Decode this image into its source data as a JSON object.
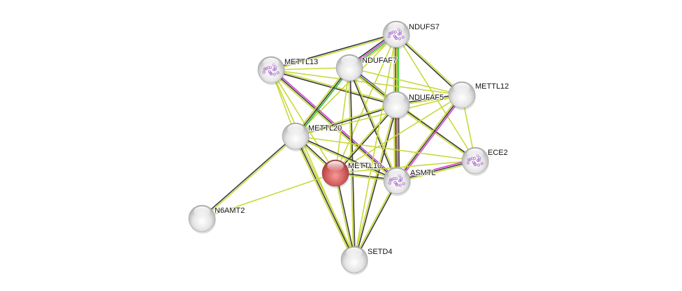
{
  "network": {
    "edge_colors": {
      "textmining": "#c8d93a",
      "coexpression": "#3a3a3a",
      "experiments": "#d43fd4",
      "database": "#2fc02f",
      "neighborhood": "#2b2bdd"
    },
    "nodes": [
      {
        "id": "NDUFS7",
        "label": "NDUFS7",
        "color": "#dcdcdc",
        "structure": true
      },
      {
        "id": "METTL13",
        "label": "METTL13",
        "color": "#dcdcdc",
        "structure": true
      },
      {
        "id": "NDUFAF7",
        "label": "NDUFAF7",
        "color": "#dcdcdc",
        "structure": false
      },
      {
        "id": "NDUFAF5",
        "label": "NDUFAF5",
        "color": "#dcdcdc",
        "structure": false
      },
      {
        "id": "METTL12",
        "label": "METTL12",
        "color": "#dcdcdc",
        "structure": false
      },
      {
        "id": "METTL20",
        "label": "METTL20",
        "color": "#dcdcdc",
        "structure": false
      },
      {
        "id": "ECE2",
        "label": "ECE2",
        "color": "#dcdcdc",
        "structure": true
      },
      {
        "id": "METTL10",
        "label": "METTL10",
        "color": "#e06a6a",
        "structure": false,
        "query": true
      },
      {
        "id": "ASMTL",
        "label": "ASMTL",
        "color": "#dcdcdc",
        "structure": true
      },
      {
        "id": "N6AMT2",
        "label": "N6AMT2",
        "color": "#dcdcdc",
        "structure": false
      },
      {
        "id": "SETD4",
        "label": "SETD4",
        "color": "#dcdcdc",
        "structure": false
      }
    ],
    "edges": [
      {
        "a": "NDUFS7",
        "b": "METTL13",
        "types": [
          "textmining",
          "coexpression"
        ]
      },
      {
        "a": "NDUFS7",
        "b": "NDUFAF7",
        "types": [
          "textmining",
          "database",
          "experiments",
          "coexpression"
        ]
      },
      {
        "a": "NDUFS7",
        "b": "NDUFAF5",
        "types": [
          "database",
          "experiments",
          "coexpression",
          "textmining"
        ]
      },
      {
        "a": "NDUFS7",
        "b": "METTL12",
        "types": [
          "textmining",
          "coexpression"
        ]
      },
      {
        "a": "NDUFS7",
        "b": "METTL20",
        "types": [
          "textmining"
        ]
      },
      {
        "a": "NDUFS7",
        "b": "METTL10",
        "types": [
          "textmining"
        ]
      },
      {
        "a": "NDUFS7",
        "b": "ASMTL",
        "types": [
          "textmining"
        ]
      },
      {
        "a": "NDUFS7",
        "b": "ECE2",
        "types": [
          "textmining"
        ]
      },
      {
        "a": "METTL13",
        "b": "NDUFAF7",
        "types": [
          "textmining"
        ]
      },
      {
        "a": "METTL13",
        "b": "NDUFAF5",
        "types": [
          "textmining",
          "coexpression"
        ]
      },
      {
        "a": "METTL13",
        "b": "METTL12",
        "types": [
          "textmining"
        ]
      },
      {
        "a": "METTL13",
        "b": "METTL20",
        "types": [
          "textmining"
        ]
      },
      {
        "a": "METTL13",
        "b": "ASMTL",
        "types": [
          "experiments",
          "coexpression",
          "textmining"
        ]
      },
      {
        "a": "METTL13",
        "b": "SETD4",
        "types": [
          "textmining"
        ]
      },
      {
        "a": "METTL13",
        "b": "METTL10",
        "types": [
          "textmining"
        ]
      },
      {
        "a": "NDUFAF7",
        "b": "NDUFAF5",
        "types": [
          "neighborhood",
          "coexpression",
          "textmining"
        ]
      },
      {
        "a": "NDUFAF7",
        "b": "METTL20",
        "types": [
          "database",
          "coexpression",
          "textmining"
        ]
      },
      {
        "a": "NDUFAF7",
        "b": "METTL10",
        "types": [
          "textmining"
        ]
      },
      {
        "a": "NDUFAF7",
        "b": "ASMTL",
        "types": [
          "textmining",
          "coexpression"
        ]
      },
      {
        "a": "NDUFAF7",
        "b": "SETD4",
        "types": [
          "coexpression",
          "textmining"
        ]
      },
      {
        "a": "NDUFAF7",
        "b": "ECE2",
        "types": [
          "textmining"
        ]
      },
      {
        "a": "NDUFAF7",
        "b": "METTL12",
        "types": [
          "textmining"
        ]
      },
      {
        "a": "NDUFAF5",
        "b": "METTL12",
        "types": [
          "coexpression",
          "textmining"
        ]
      },
      {
        "a": "NDUFAF5",
        "b": "METTL20",
        "types": [
          "coexpression",
          "textmining"
        ]
      },
      {
        "a": "NDUFAF5",
        "b": "METTL10",
        "types": [
          "coexpression",
          "textmining"
        ]
      },
      {
        "a": "NDUFAF5",
        "b": "ASMTL",
        "types": [
          "coexpression",
          "experiments",
          "coexpression",
          "textmining"
        ]
      },
      {
        "a": "NDUFAF5",
        "b": "SETD4",
        "types": [
          "coexpression",
          "textmining"
        ]
      },
      {
        "a": "NDUFAF5",
        "b": "ECE2",
        "types": [
          "coexpression",
          "textmining"
        ]
      },
      {
        "a": "METTL12",
        "b": "ASMTL",
        "types": [
          "experiments",
          "coexpression",
          "textmining"
        ]
      },
      {
        "a": "METTL12",
        "b": "ECE2",
        "types": [
          "textmining"
        ]
      },
      {
        "a": "METTL12",
        "b": "METTL20",
        "types": [
          "textmining"
        ]
      },
      {
        "a": "METTL12",
        "b": "METTL10",
        "types": [
          "textmining"
        ]
      },
      {
        "a": "METTL20",
        "b": "METTL10",
        "types": [
          "coexpression",
          "textmining"
        ]
      },
      {
        "a": "METTL20",
        "b": "ASMTL",
        "types": [
          "coexpression",
          "textmining"
        ]
      },
      {
        "a": "METTL20",
        "b": "SETD4",
        "types": [
          "textmining",
          "coexpression",
          "textmining"
        ]
      },
      {
        "a": "METTL20",
        "b": "N6AMT2",
        "types": [
          "textmining",
          "coexpression"
        ]
      },
      {
        "a": "METTL20",
        "b": "ECE2",
        "types": [
          "textmining"
        ]
      },
      {
        "a": "METTL10",
        "b": "ASMTL",
        "types": [
          "coexpression",
          "textmining"
        ]
      },
      {
        "a": "METTL10",
        "b": "SETD4",
        "types": [
          "coexpression",
          "textmining"
        ]
      },
      {
        "a": "METTL10",
        "b": "N6AMT2",
        "types": [
          "textmining"
        ]
      },
      {
        "a": "METTL10",
        "b": "ECE2",
        "types": [
          "textmining"
        ]
      },
      {
        "a": "ASMTL",
        "b": "ECE2",
        "types": [
          "experiments",
          "coexpression",
          "textmining"
        ]
      },
      {
        "a": "ASMTL",
        "b": "SETD4",
        "types": [
          "coexpression",
          "textmining"
        ]
      },
      {
        "a": "NDUFS7",
        "b": "SETD4",
        "types": [
          "textmining"
        ]
      }
    ]
  }
}
